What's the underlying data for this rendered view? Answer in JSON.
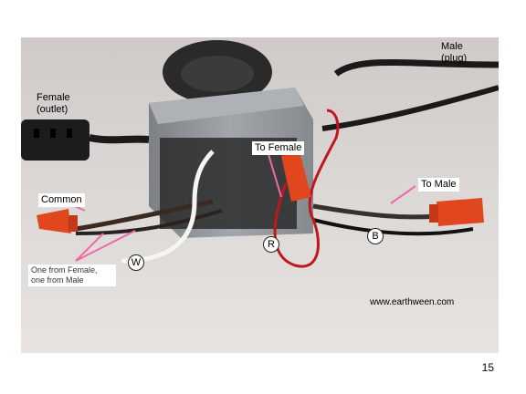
{
  "labels": {
    "male": "Male\n(plug)",
    "female": "Female\n(outlet)",
    "to_female": "To Female",
    "to_male": "To Male",
    "common": "Common",
    "note": "One from Female, one from Male",
    "website": "www.earthween.com"
  },
  "markers": {
    "white": "W",
    "red": "R",
    "black": "B"
  },
  "page_number": "15",
  "colors": {
    "background_wall": "#d9d5d3",
    "box": "#8f9498",
    "wire_nut": "#e0471e",
    "red_wire": "#c0161c",
    "pointer": "#f06aa8"
  }
}
